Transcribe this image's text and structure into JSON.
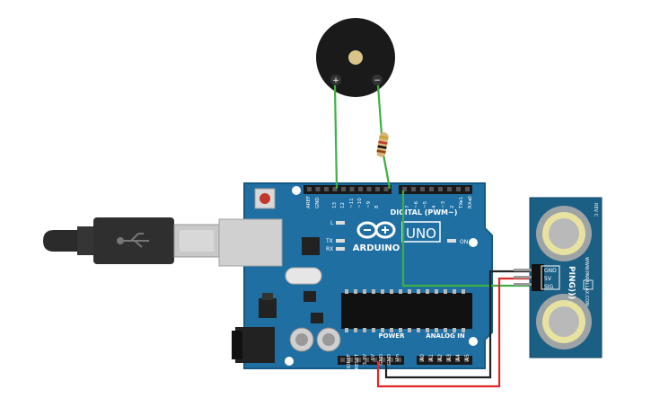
{
  "board": {
    "brand": "ARDUINO",
    "model": "UNO",
    "digital_header": "DIGITAL (PWM~)",
    "analog_header": "ANALOG IN",
    "power_header": "POWER",
    "led_l": "L",
    "led_tx": "TX",
    "led_rx": "RX",
    "led_on": "ON",
    "top_pins": [
      "AREF",
      "GND",
      "13",
      "12",
      "~11",
      "~10",
      "~9",
      "8",
      "7",
      "~6",
      "~5",
      "4",
      "~3",
      "2",
      "TX▸1",
      "RX◂0"
    ],
    "power_pins": [
      "IOREF",
      "RESET",
      "3.3V",
      "5V",
      "GND",
      "GND",
      "Vin"
    ],
    "analog_pins": [
      "A0",
      "A1",
      "A2",
      "A3",
      "A4",
      "A5"
    ]
  },
  "buzzer": {
    "plus": "+",
    "minus": "−"
  },
  "sensor": {
    "name": "PING)))",
    "pins": [
      "GND",
      "5V",
      "SIG"
    ],
    "url": "WWW.PARALLAX.COM",
    "rev": "REV C"
  },
  "colors": {
    "board": "#1f6fa3",
    "sensor": "#1b5f85",
    "wire_green": "#3cb043",
    "wire_red": "#e0282a",
    "wire_black": "#222222"
  }
}
